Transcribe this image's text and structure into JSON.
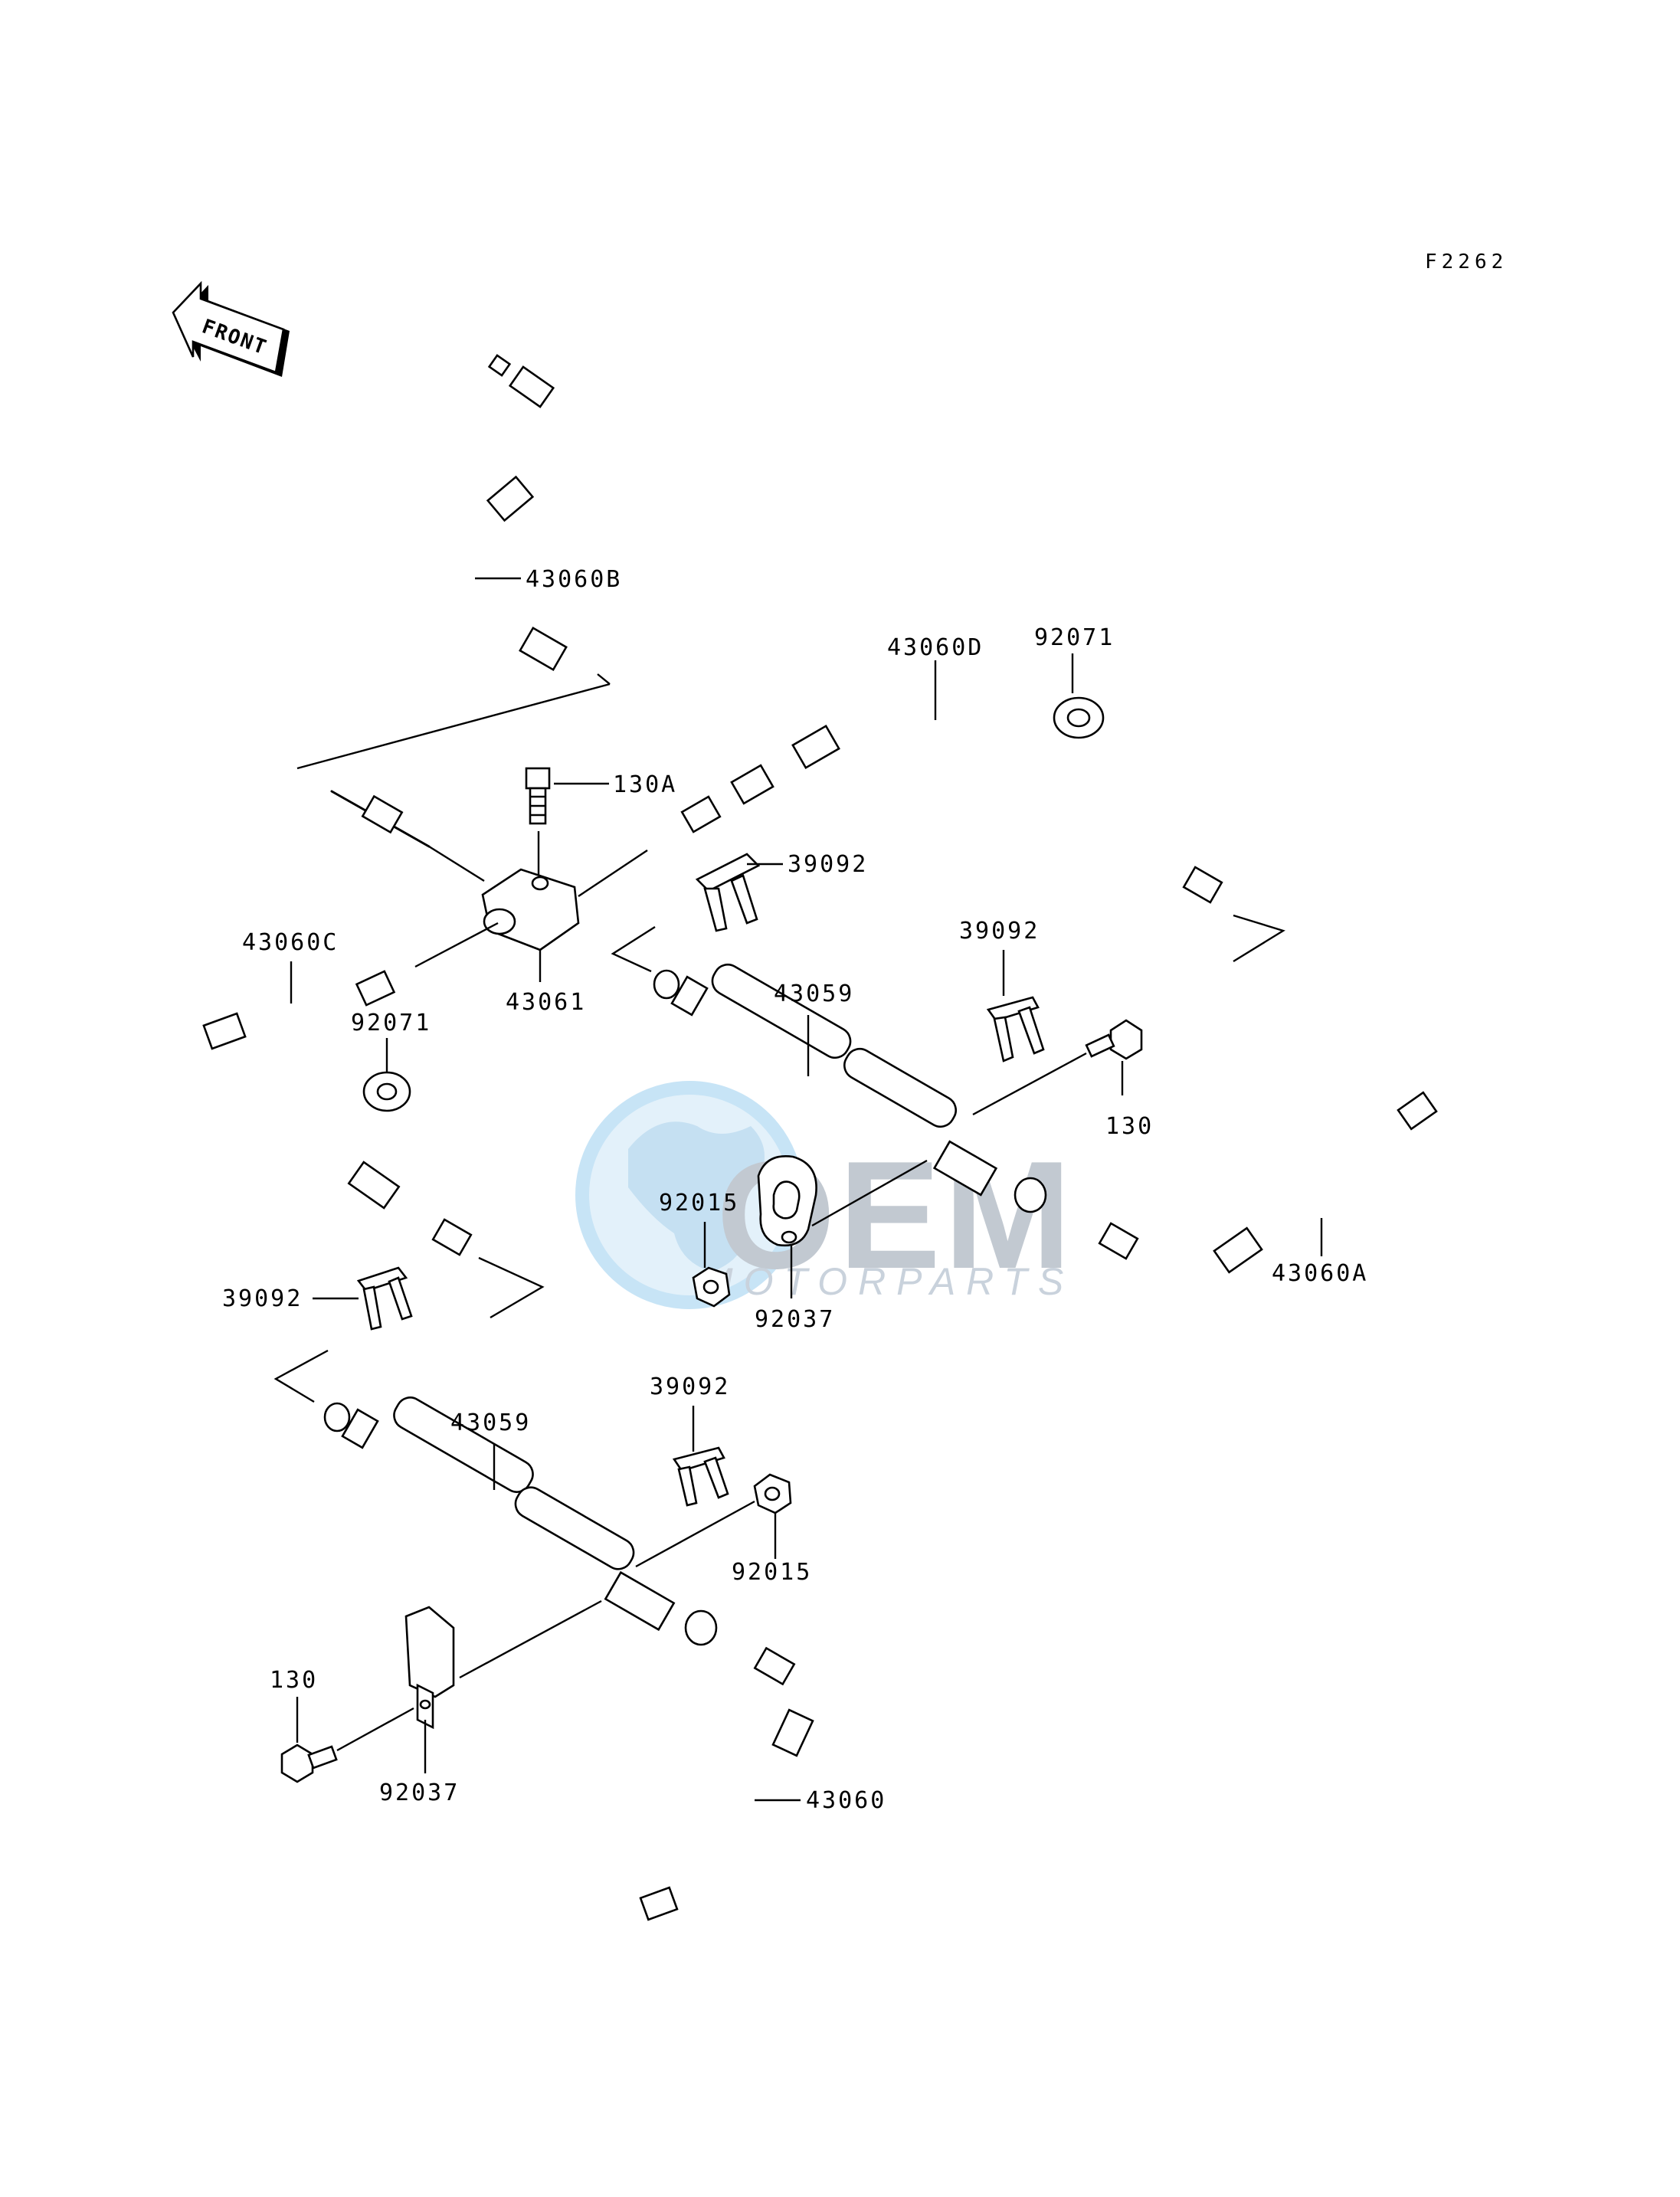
{
  "figure_code": "F2262",
  "front_label": "FRONT",
  "watermark": {
    "brand": "OEM",
    "tagline": "MOTORPARTS"
  },
  "callouts": {
    "p43060B": "43060B",
    "p43060D": "43060D",
    "p92071_top": "92071",
    "p130A": "130A",
    "p39092_a": "39092",
    "p39092_b": "39092",
    "p43060C": "43060C",
    "p43061": "43061",
    "p43059_a": "43059",
    "p92071_left": "92071",
    "p130_right": "130",
    "p92015_a": "92015",
    "p92037_a": "92037",
    "p43060A": "43060A",
    "p39092_c": "39092",
    "p39092_d": "39092",
    "p43059_b": "43059",
    "p92015_b": "92015",
    "p130_left": "130",
    "p92037_b": "92037",
    "p43060": "43060"
  }
}
